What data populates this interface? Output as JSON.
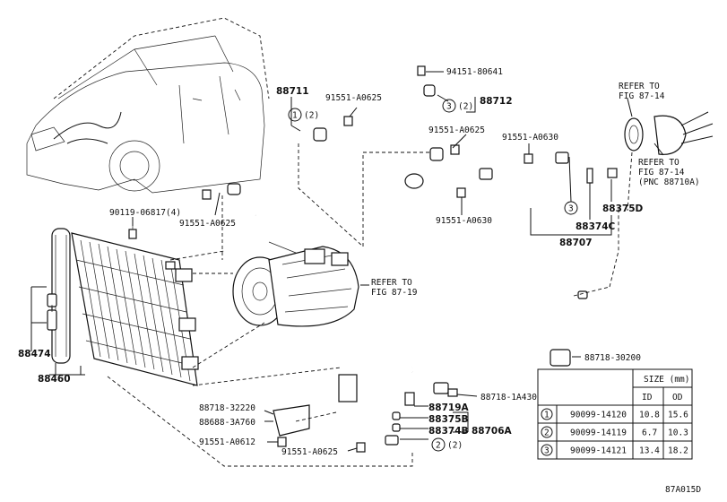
{
  "labels": {
    "p88711": "88711",
    "p88712": "88712",
    "p94151": "94151-80641",
    "p91551_a": "91551-A0625",
    "p91551_b": "91551-A0625",
    "p91551_c": "91551-A0625",
    "p91551_d": "91551-A0630",
    "p91551_e": "91551-A0630",
    "p91551_f": "91551-A0612",
    "p91551_g": "91551-A0625",
    "p90119": "90119-06817(4)",
    "p88474": "88474",
    "p88460": "88460",
    "p88707": "88707",
    "p88374c": "88374C",
    "p88375d": "88375D",
    "p88718_30200": "88718-30200",
    "p88718_1a430": "88718-1A430",
    "p88719a": "88719A",
    "p88375b": "88375B",
    "p88374b": "88374B",
    "p88706a": "88706A",
    "p88718_32220": "88718-32220",
    "p88688": "88688-3A760",
    "circ1": "1",
    "circ2a": "(2)",
    "circ3a": "3",
    "circ3b": "(2)",
    "circ3c": "3",
    "circ2b": "2",
    "circ2c": "(2)",
    "ref1_l1": "REFER TO",
    "ref1_l2": "FIG 87-14",
    "ref2_l1": "REFER TO",
    "ref2_l2": "FIG 87-14",
    "ref2_l3": "(PNC 88710A)",
    "ref3_l1": "REFER TO",
    "ref3_l2": "FIG 87-19",
    "footer": "87A015D"
  },
  "size_table": {
    "title": "SIZE (mm)",
    "headers": [
      "ID",
      "OD"
    ],
    "rows": [
      {
        "no": "1",
        "part": "90099-14120",
        "id": "10.8",
        "od": "15.6"
      },
      {
        "no": "2",
        "part": "90099-14119",
        "id": "6.7",
        "od": "10.3"
      },
      {
        "no": "3",
        "part": "90099-14121",
        "id": "13.4",
        "od": "18.2"
      }
    ]
  }
}
